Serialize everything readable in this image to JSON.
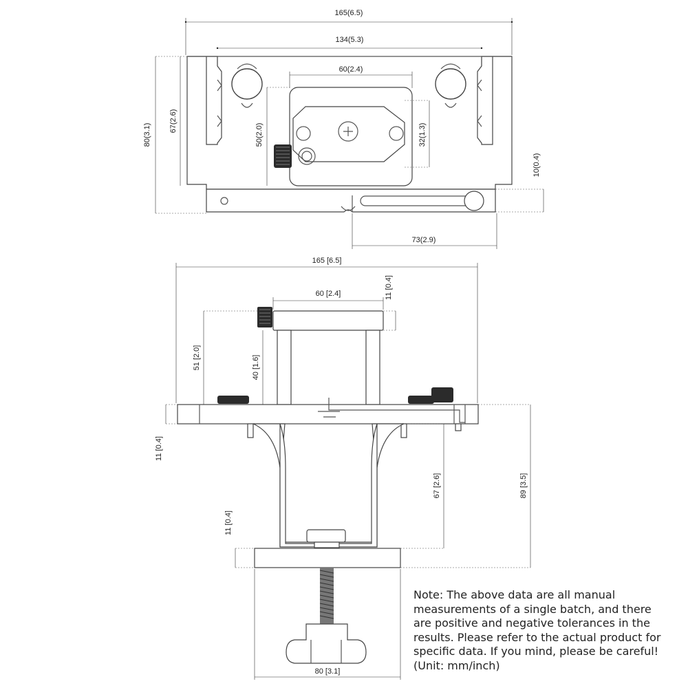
{
  "top_view": {
    "width_overall": "165(6.5)",
    "width_inner": "134(5.3)",
    "plate_width": "60(2.4)",
    "height_overall": "80(3.1)",
    "height_body": "67(2.6)",
    "plate_height": "50(2.0)",
    "mount_height": "32(1.3)",
    "rail_height": "10(0.4)",
    "rail_length": "73(2.9)"
  },
  "side_view": {
    "width_overall": "165 [6.5]",
    "plate_width": "60 [2.4]",
    "plate_thickness": "11 [0.4]",
    "riser_height": "51 [2.0]",
    "post_height": "40 [1.6]",
    "deck_thickness": "11 [0.4]",
    "clamp_body_height": "67 [2.6]",
    "clamp_overall_height": "89 [3.5]",
    "jaw_thickness": "11 [0.4]",
    "jaw_width": "80 [3.1]"
  },
  "note": "Note: The above data are all manual\nmeasurements of a single batch, and there\nare positive and negative tolerances in the\nresults. Please refer to the actual product for\nspecific data. If you mind, please be careful!\n(Unit: mm/inch)"
}
